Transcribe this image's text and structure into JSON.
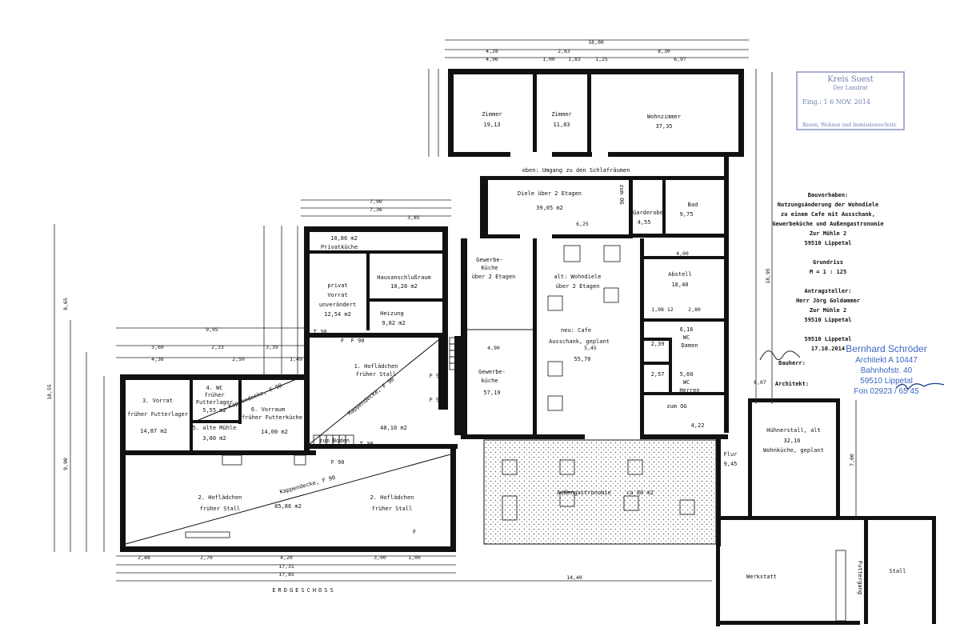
{
  "floor_label": "ERDGESCHOSS",
  "project": {
    "lines": [
      "Bauvorhaben:",
      "Nutzungsänderung der Wohndiele",
      "zu einem Cafe mit Ausschank,",
      "Gewerbeküche und Außengastronomie",
      "Zur Mühle 2",
      "59510 Lippetal"
    ],
    "grundriss": "Grundriss",
    "scale": "M = 1 : 125",
    "applicant_lines": [
      "Antragsteller:",
      "Herr Jörg Goldammer",
      "Zur Mühle 2",
      "59510 Lippetal"
    ],
    "date_lines": [
      "59510 Lippetal",
      "17.10.2014"
    ],
    "bauherr": "Bauherr:",
    "architekt": "Architekt:"
  },
  "architect_stamp": {
    "name": "Bernhard Schröder",
    "line1": "Architekt A 10447",
    "line2": "Bahnhofstr. 40",
    "line3": "59510 Lippetal",
    "line4": "Fon 02923 / 65 45"
  },
  "received_stamp": {
    "line1": "Kreis Soest",
    "line2": "Der Landrat",
    "line3": "Eing.: 1 6 NOV. 2014",
    "line4": "Bauen, Wohnen und Immissionsschutz"
  },
  "rooms": {
    "zimmer1_name": "Zimmer",
    "zimmer1_area": "19,13",
    "zimmer2_name": "Zimmer",
    "zimmer2_area": "11,83",
    "wohnzimmer_name": "Wohnzimmer",
    "wohnzimmer_area": "37,35",
    "umgang": "oben: Umgang zu den Schlafräumen",
    "diele_name": "Diele über 2 Etagen",
    "diele_area": "39,05 m2",
    "zum_og_top": "zum OG",
    "garderobe_name": "Garderobe",
    "garderobe_area": "4,55",
    "bad_name": "Bad",
    "bad_area": "9,75",
    "privatkueche_area": "10,86 m2",
    "privatkueche_name": "Privatküche",
    "hausanschluss_name": "Hausanschlußraum",
    "hausanschluss_area": "10,28 m2",
    "vorrat_line1": "privat",
    "vorrat_line2": "Vorrat",
    "vorrat_line3": "unverändert",
    "vorrat_area": "12,54 m2",
    "heizung_name": "Heizung",
    "heizung_area": "9,82 m2",
    "gewerbe1_line1": "Gewerbe-",
    "gewerbe1_line2": "Küche",
    "gewerbe1_line3": "über 2 Etagen",
    "wohndiele_line1": "alt: Wohndiele",
    "wohndiele_line2": "über 2 Etagen",
    "cafe_line1": "neu: Cafe",
    "cafe_line2": "Ausschank, geplant",
    "cafe_area": "55,70",
    "abstell_name": "Abstell",
    "abstell_area": "18,40",
    "wc_damen_area": "6,16",
    "wc_damen_l1": "WC",
    "wc_damen_l2": "Damen",
    "wc_herren_area": "5,60",
    "wc_herren_l1": "WC",
    "wc_herren_l2": "Herren",
    "small1": "2,39",
    "small2": "2,57",
    "gewerbe2_line1": "Gewerbe-",
    "gewerbe2_line2": "küche",
    "gewerbe2_area": "57,19",
    "zum_og_bottom": "zum OG",
    "small3": "4,22",
    "huehnerstall_l1": "Hühnerstall, alt",
    "huehnerstall_area": "32,16",
    "huehnerstall_l2": "Wohnküche, geplant",
    "flur_name": "Flur",
    "flur_area": "9,45",
    "hof1_l1": "1. Hoflädchen",
    "hof1_l2": "früher Stall",
    "hof1_area": "48,10 m2",
    "kappendecke": "Kappendecke, F 90",
    "vorrat3_l1": "3. Vorrat",
    "vorrat3_l2": "früher Futterlager",
    "vorrat3_area": "14,87 m2",
    "wc4_l1": "4. WC",
    "wc4_l2": "früher",
    "wc4_l3": "Futterlager",
    "wc4_area": "5,55 m2",
    "vorraum_l1": "6. Vorraum",
    "vorraum_l2": "früher Futterküche",
    "muehle_l1": "5. alte Mühle",
    "muehle_area": "3,80 m2",
    "vorraum_area": "14,00 m2",
    "zum_boden": "zum Boden",
    "hof2a_l1": "2. Hoflädchen",
    "hof2a_l2": "früher Stall",
    "hof2_area": "85,86 m2",
    "hof2b_l1": "2. Hoflädchen",
    "hof2b_l2": "früher Stall",
    "aussen_name": "Außengastronomie",
    "aussen_area": "ca 80 m2",
    "werkstatt": "Werkstatt",
    "stall": "Stall",
    "futtergang": "Futtergang",
    "f90": "F 90",
    "t30": "T 30",
    "f": "F"
  },
  "dims": {
    "top_total": "16,00",
    "top_row1": [
      "4,28",
      "2,63",
      "8,30"
    ],
    "top_row2": [
      "4,96",
      "1,00",
      "1,83",
      "1,25",
      "6,97"
    ],
    "mid_total": "7,90",
    "mid_row1": [
      "7,36"
    ],
    "mid_row2": [
      "3,85"
    ],
    "left_row": [
      "3,60",
      "2,33",
      "3,39"
    ],
    "left_row2": [
      "4,36",
      "2,50",
      "1,49"
    ],
    "left_total": "9,95",
    "bottom_row": [
      "2,48",
      "2,70",
      "4,20",
      "3,00",
      "1,00"
    ],
    "bottom_17_31": "17,31",
    "bottom_17_85": "17,85",
    "bottom_14_40": "14,40",
    "left_vert_total": "18,55",
    "left_vert_a": "8,65",
    "left_vert_b": "9,90",
    "right_vert_total": "18,95",
    "right_vert_b": "7,00",
    "wc_width": "4,00",
    "abstell_dims": [
      "1,08 12",
      "2,80"
    ],
    "cafe_width": "5,45",
    "kitchen_w": "4,90",
    "diele_w": "6,25",
    "hs_dim": "6,07"
  },
  "colors": {
    "wall": "#111111",
    "stamp_blue": "#3a66c4",
    "received_stamp": "#6f7fb0"
  }
}
